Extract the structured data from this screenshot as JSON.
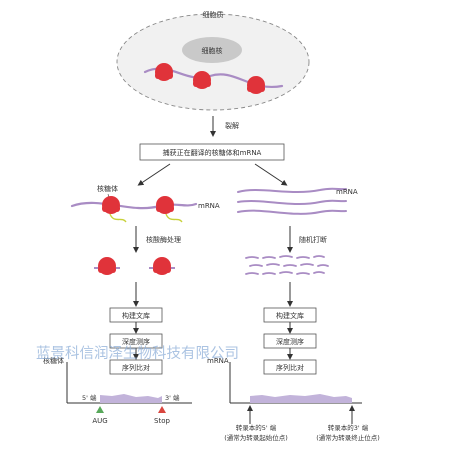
{
  "cell": {
    "cytoplasm_label": "细胞质",
    "nucleus_label": "细胞核"
  },
  "step_lysis": "裂解",
  "capture_box": "捕获正在翻译的核糖体和mRNA",
  "left": {
    "ribosome_label": "核糖体",
    "mrna_label": "mRNA",
    "nuclease_label": "核酸酶处理",
    "boxes": [
      "构建文库",
      "深度测序",
      "序列比对"
    ],
    "y_label": "核糖体",
    "five_end": "5' 端",
    "three_end": "3' 端",
    "start_label": "AUG",
    "stop_label": "Stop"
  },
  "right": {
    "mrna_label": "mRNA",
    "frag_label": "随机打断",
    "boxes": [
      "构建文库",
      "深度测序",
      "序列比对"
    ],
    "y_label": "mRNA",
    "tss_line1": "转录本的5' 端",
    "tss_line2": "(通常为转录起始位点)",
    "tes_line1": "转录本的3' 端",
    "tes_line2": "(通常为转录终止位点)"
  },
  "watermark": "蓝景科信润泽生物科技有限公司",
  "colors": {
    "ribosome": "#e0333a",
    "mrna": "#a98cc4",
    "peptide": "#c8d13a",
    "coverage": "#c2b3da",
    "start_marker": "#58a85a",
    "stop_marker": "#d9463f"
  }
}
